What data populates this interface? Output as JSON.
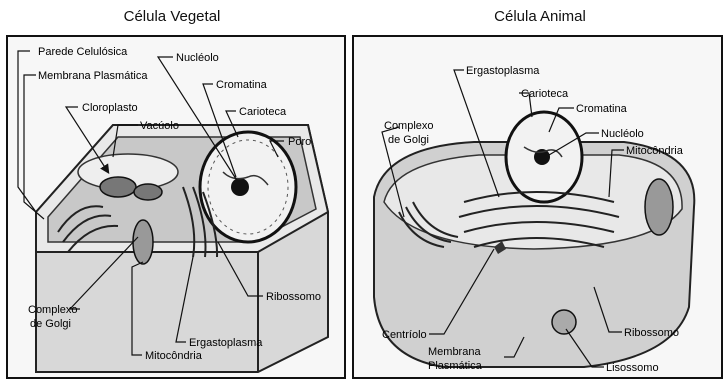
{
  "plant": {
    "title": "Célula Vegetal",
    "labels": {
      "parede": "Parede Celulósica",
      "membrana": "Membrana Plasmática",
      "nucleolo": "Nucléolo",
      "cromatina": "Cromatina",
      "cloroplasto": "Cloroplasto",
      "carioteca": "Carioteca",
      "vacuolo": "Vacúolo",
      "poro": "Poro",
      "ribossomo": "Ribossomo",
      "golgi_1": "Complexo",
      "golgi_2": "de Golgi",
      "ergastoplasma": "Ergastoplasma",
      "mitocondria": "Mitocôndria"
    }
  },
  "animal": {
    "title": "Célula Animal",
    "labels": {
      "ergastoplasma": "Ergastoplasma",
      "carioteca": "Carioteca",
      "cromatina": "Cromatina",
      "golgi_1": "Complexo",
      "golgi_2": "de Golgi",
      "nucleolo": "Nucléolo",
      "mitocondria": "Mitocôndria",
      "centriolo": "Centríolo",
      "ribossomo": "Ribossomo",
      "membrana_1": "Membrana",
      "membrana_2": "Plasmática",
      "lisossomo": "Lisossomo"
    }
  }
}
